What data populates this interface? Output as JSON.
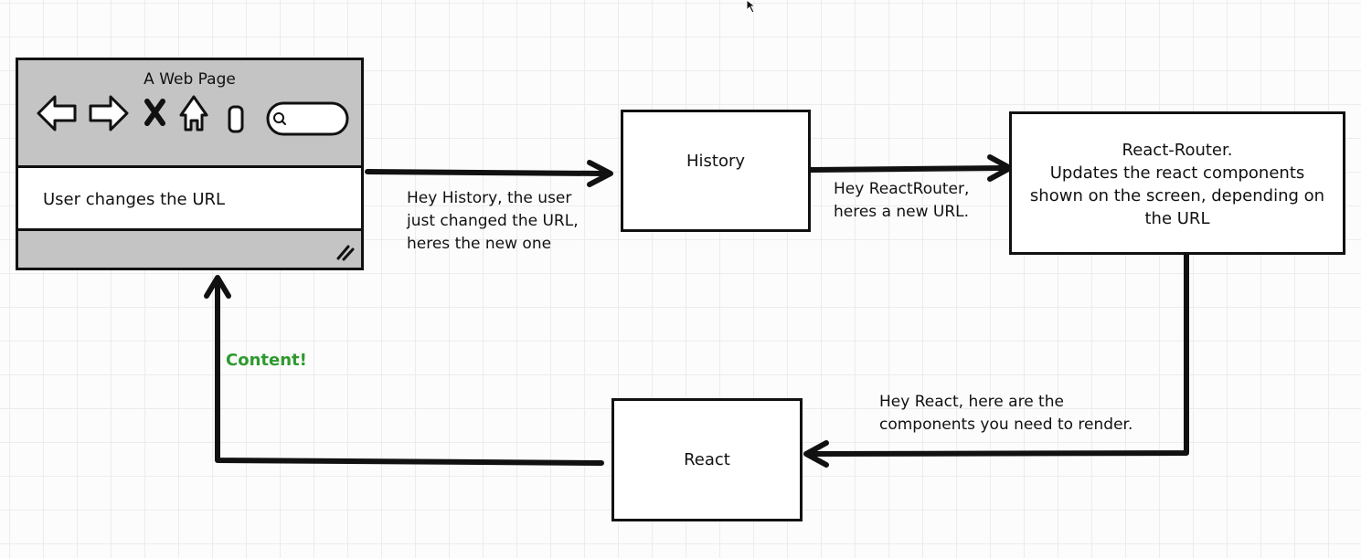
{
  "browser": {
    "title": "A Web Page",
    "body_text": "User changes the URL"
  },
  "nodes": {
    "history": "History",
    "router_title": "React-Router.",
    "router_body": "Updates the react components shown on the screen, depending on the URL",
    "react": "React"
  },
  "edges": {
    "browser_to_history": "Hey History, the user\njust changed the URL,\nheres the new one",
    "history_to_router": "Hey ReactRouter,\nheres a new URL.",
    "router_to_react": "Hey React, here are the\ncomponents you need to render.",
    "react_to_browser": "Content!"
  },
  "colors": {
    "content_label": "#2e9a2e",
    "browser_chrome": "#c4c4c4"
  }
}
